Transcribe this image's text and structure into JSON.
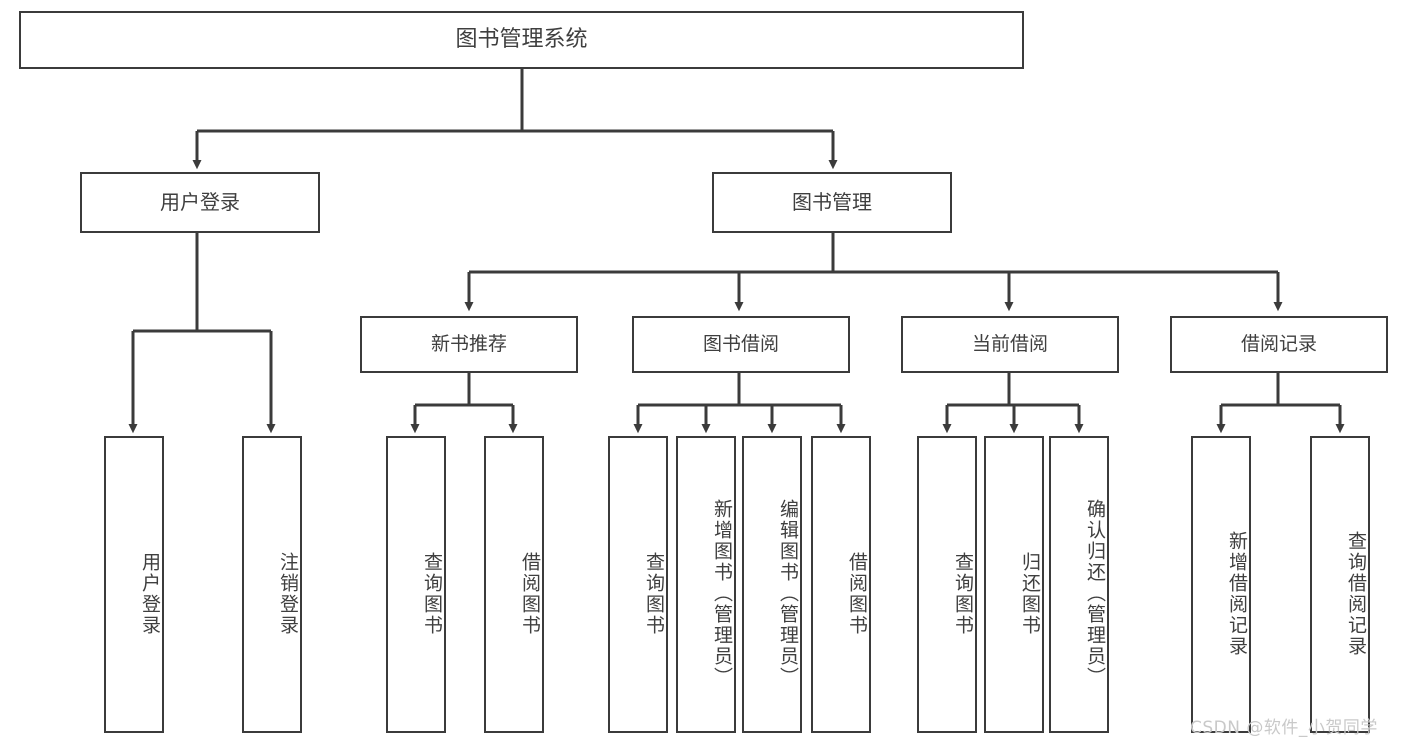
{
  "diagram": {
    "title": "图书管理系统",
    "type": "tree-hierarchy-chart",
    "root": {
      "label": "图书管理系统"
    },
    "level2": [
      {
        "label": "用户登录"
      },
      {
        "label": "图书管理"
      }
    ],
    "level3": [
      {
        "label": "新书推荐"
      },
      {
        "label": "图书借阅"
      },
      {
        "label": "当前借阅"
      },
      {
        "label": "借阅记录"
      }
    ],
    "leaves": {
      "user_login": [
        {
          "label": "用户登录"
        },
        {
          "label": "注销登录"
        }
      ],
      "new_book_recommend": [
        {
          "label": "查询图书"
        },
        {
          "label": "借阅图书"
        }
      ],
      "book_borrow": [
        {
          "label": "查询图书"
        },
        {
          "label": "新增图书（管理员）"
        },
        {
          "label": "编辑图书（管理员）"
        },
        {
          "label": "借阅图书"
        }
      ],
      "current_borrow": [
        {
          "label": "查询图书"
        },
        {
          "label": "归还图书"
        },
        {
          "label": "确认归还（管理员）"
        }
      ],
      "borrow_record": [
        {
          "label": "新增借阅记录"
        },
        {
          "label": "查询借阅记录"
        }
      ]
    }
  },
  "watermark": {
    "text": "CSDN @软件_小贺同学"
  },
  "colors": {
    "background": "#ffffff",
    "box_border": "#3b3b3b",
    "text": "#3f3f3f",
    "connector": "#3b3b3b",
    "watermark": "#c9c9c9"
  }
}
